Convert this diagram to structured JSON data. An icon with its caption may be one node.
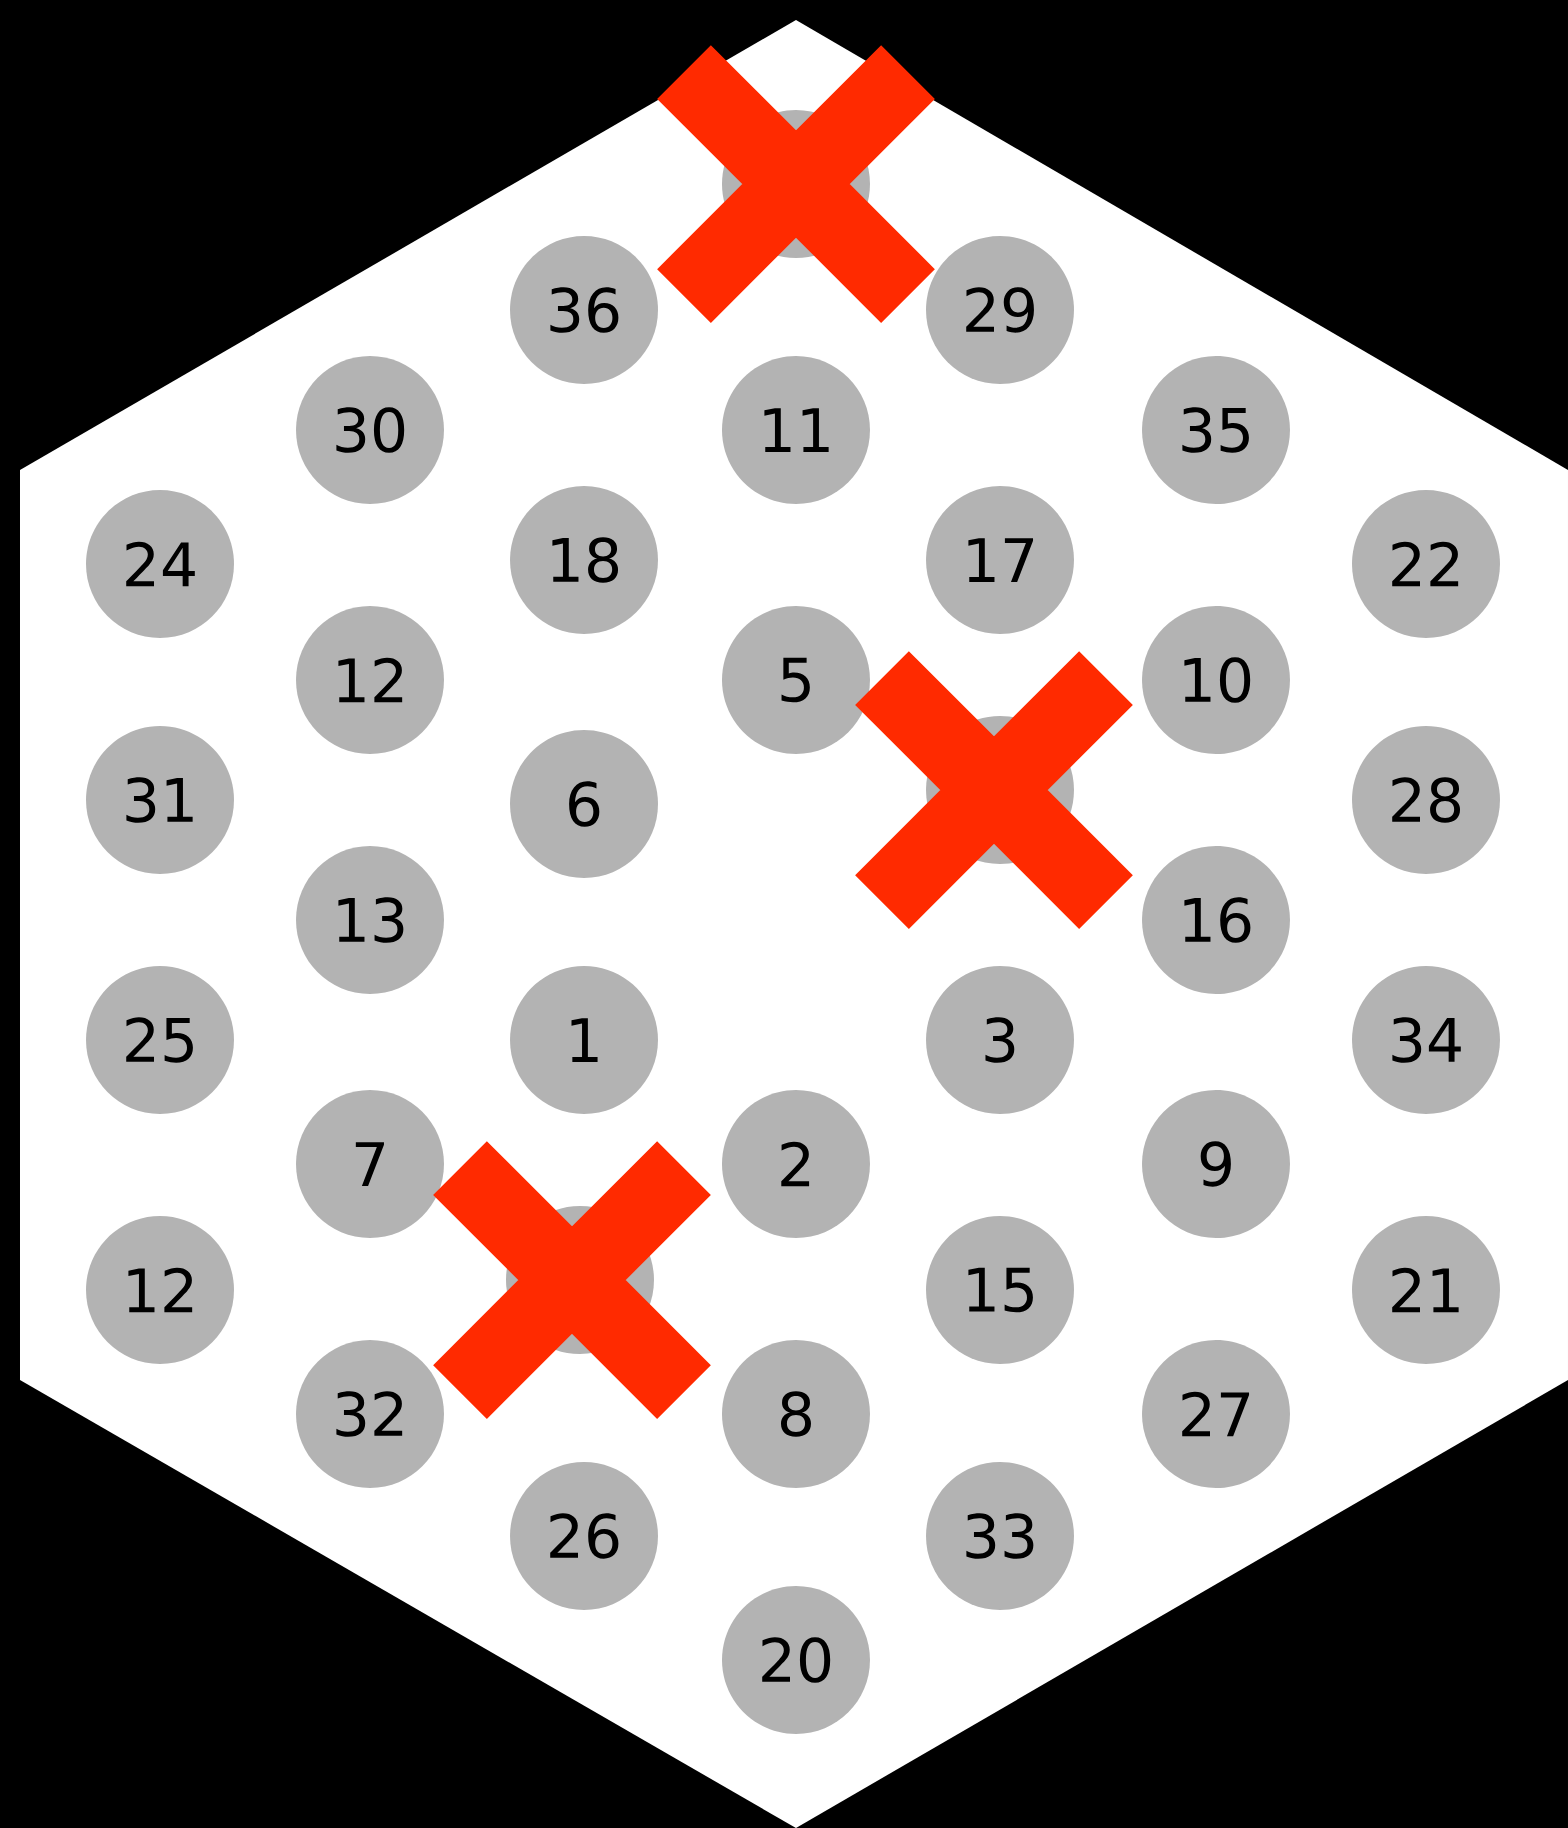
{
  "diagram": {
    "nodes": [
      {
        "text": [],
        "shape": "circle"
      },
      {
        "text": [
          "36"
        ]
      },
      {
        "text": [
          "29"
        ]
      },
      {
        "text": [
          "30"
        ]
      },
      {
        "text": [
          "11"
        ]
      },
      {
        "text": [
          "35"
        ]
      },
      {
        "text": [
          "24"
        ]
      },
      {
        "text": [
          "18"
        ]
      },
      {
        "text": [
          "17"
        ]
      },
      {
        "text": [
          "22"
        ]
      },
      {
        "text": [
          "12"
        ]
      },
      {
        "text": [
          "5"
        ]
      },
      {
        "text": [
          "10"
        ]
      },
      {
        "text": [
          "31"
        ]
      },
      {
        "text": [
          "6"
        ]
      },
      {
        "text": [],
        "shape": "circle"
      },
      {
        "text": [
          "28"
        ]
      },
      {
        "text": [
          "13"
        ]
      },
      {
        "text": [
          "16"
        ]
      },
      {
        "text": [
          "25"
        ]
      },
      {
        "text": [
          "1"
        ]
      },
      {
        "text": [
          "3"
        ]
      },
      {
        "text": [
          "34"
        ]
      },
      {
        "text": [
          "7"
        ]
      },
      {
        "text": [
          "2"
        ]
      },
      {
        "text": [
          "9"
        ]
      },
      {
        "text": [
          "12"
        ]
      },
      {
        "text": [],
        "shape": "circle"
      },
      {
        "text": [
          "15"
        ]
      },
      {
        "text": [
          "21"
        ]
      },
      {
        "text": [
          "32"
        ]
      },
      {
        "text": [
          "8"
        ]
      },
      {
        "text": [
          "27"
        ]
      },
      {
        "text": [
          "26"
        ]
      },
      {
        "text": [
          "33"
        ]
      },
      {
        "text": [
          "20"
        ]
      }
    ]
  }
}
